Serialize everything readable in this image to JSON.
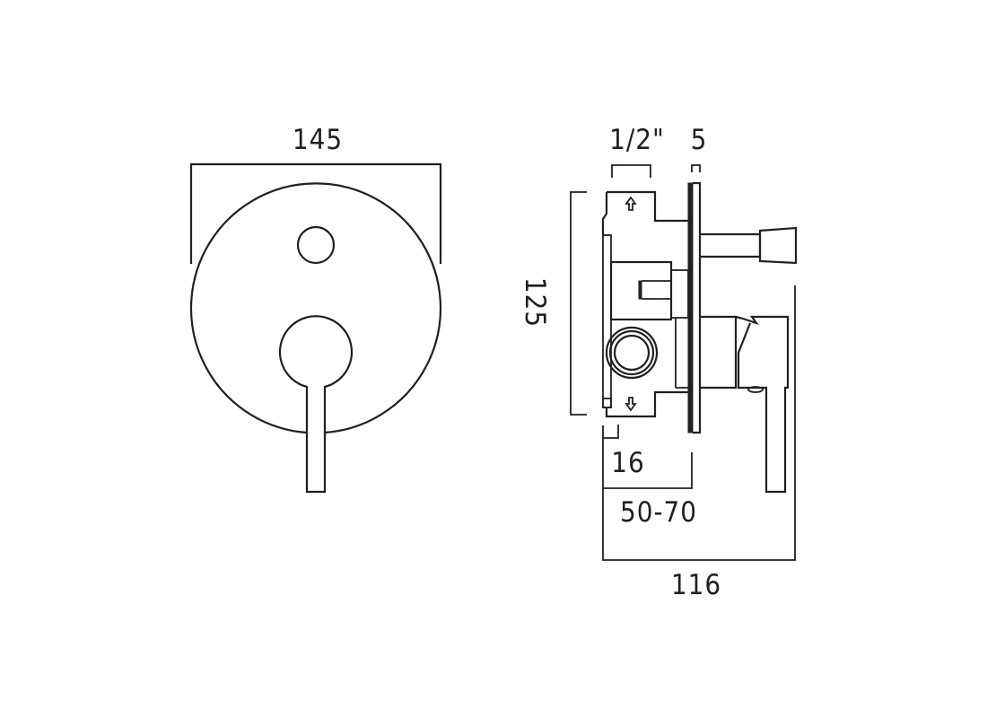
{
  "drawing": {
    "front_view": {
      "width_dimension": "145"
    },
    "side_view": {
      "inlet_dimension": "1/2\"",
      "plate_thickness_dimension": "5",
      "height_dimension": "125",
      "body_depth_dimension": "16",
      "wall_depth_range_dimension": "50-70",
      "total_projection_dimension": "116"
    },
    "colors": {
      "line": "#231f20",
      "background": "#ffffff"
    }
  }
}
